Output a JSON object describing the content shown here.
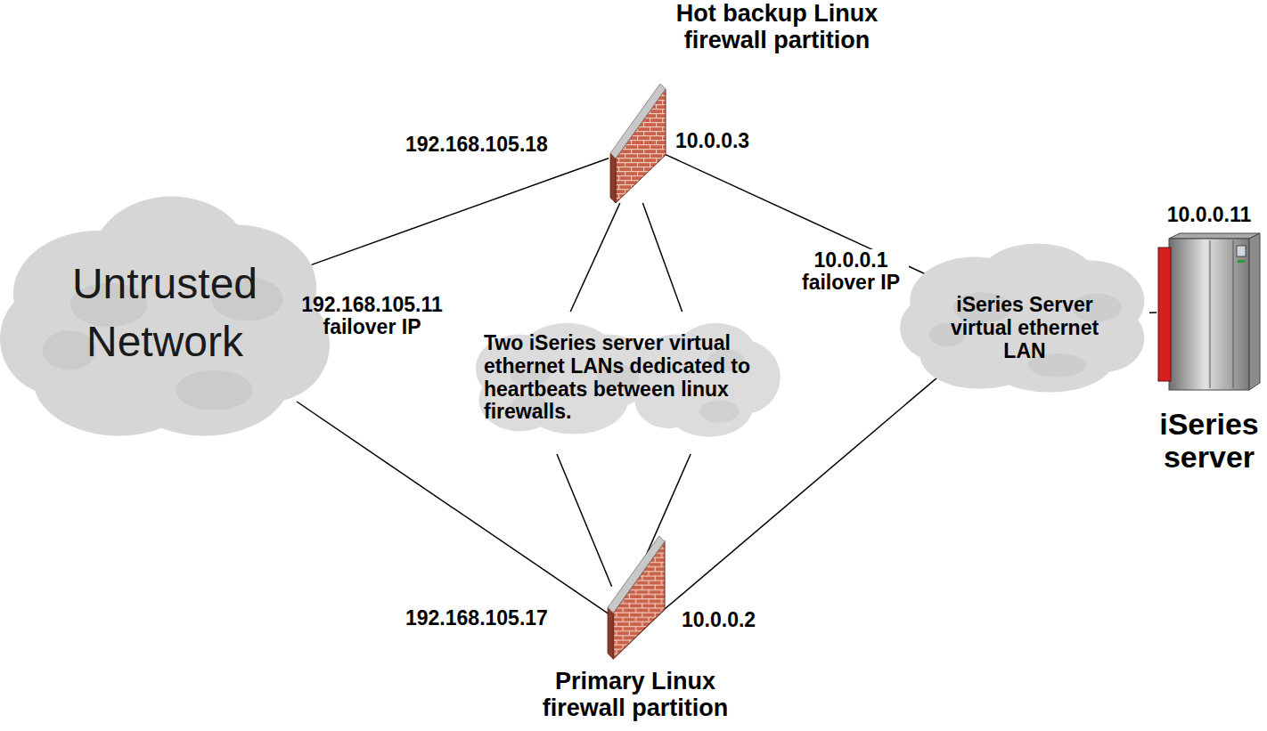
{
  "diagram": {
    "nodes": [
      {
        "text": [
          "Hot backup Linux firewall partition"
        ]
      },
      {
        "text": [
          "Untrusted Network"
        ]
      },
      {
        "text": [
          "Two iSeries server virtual ethernet LANs dedicated to heartbeats between linux firewalls."
        ]
      },
      {
        "text": [
          "iSeries Server virtual ethernet LAN"
        ]
      },
      {
        "text": [
          "10.0.0.11",
          "iSeries server"
        ]
      },
      {
        "text": [
          "Primary Linux firewall partition"
        ]
      }
    ],
    "edges": [
      {
        "from": 1,
        "to": 0,
        "arrow": "none"
      },
      {
        "from": 1,
        "to": 5,
        "arrow": "none"
      },
      {
        "from": 0,
        "to": 2,
        "arrow": "none"
      },
      {
        "from": 0,
        "to": 2,
        "arrow": "none"
      },
      {
        "from": 2,
        "to": 5,
        "arrow": "none"
      },
      {
        "from": 2,
        "to": 5,
        "arrow": "none"
      },
      {
        "from": 0,
        "to": 3,
        "arrow": "none"
      },
      {
        "from": 5,
        "to": 3,
        "arrow": "none"
      },
      {
        "from": 3,
        "to": 4,
        "arrow": "none"
      }
    ],
    "labels": [
      "192.168.105.18",
      "10.0.0.3",
      "192.168.105.11 failover IP",
      "10.0.0.1 failover IP",
      "192.168.105.17",
      "10.0.0.2"
    ]
  }
}
